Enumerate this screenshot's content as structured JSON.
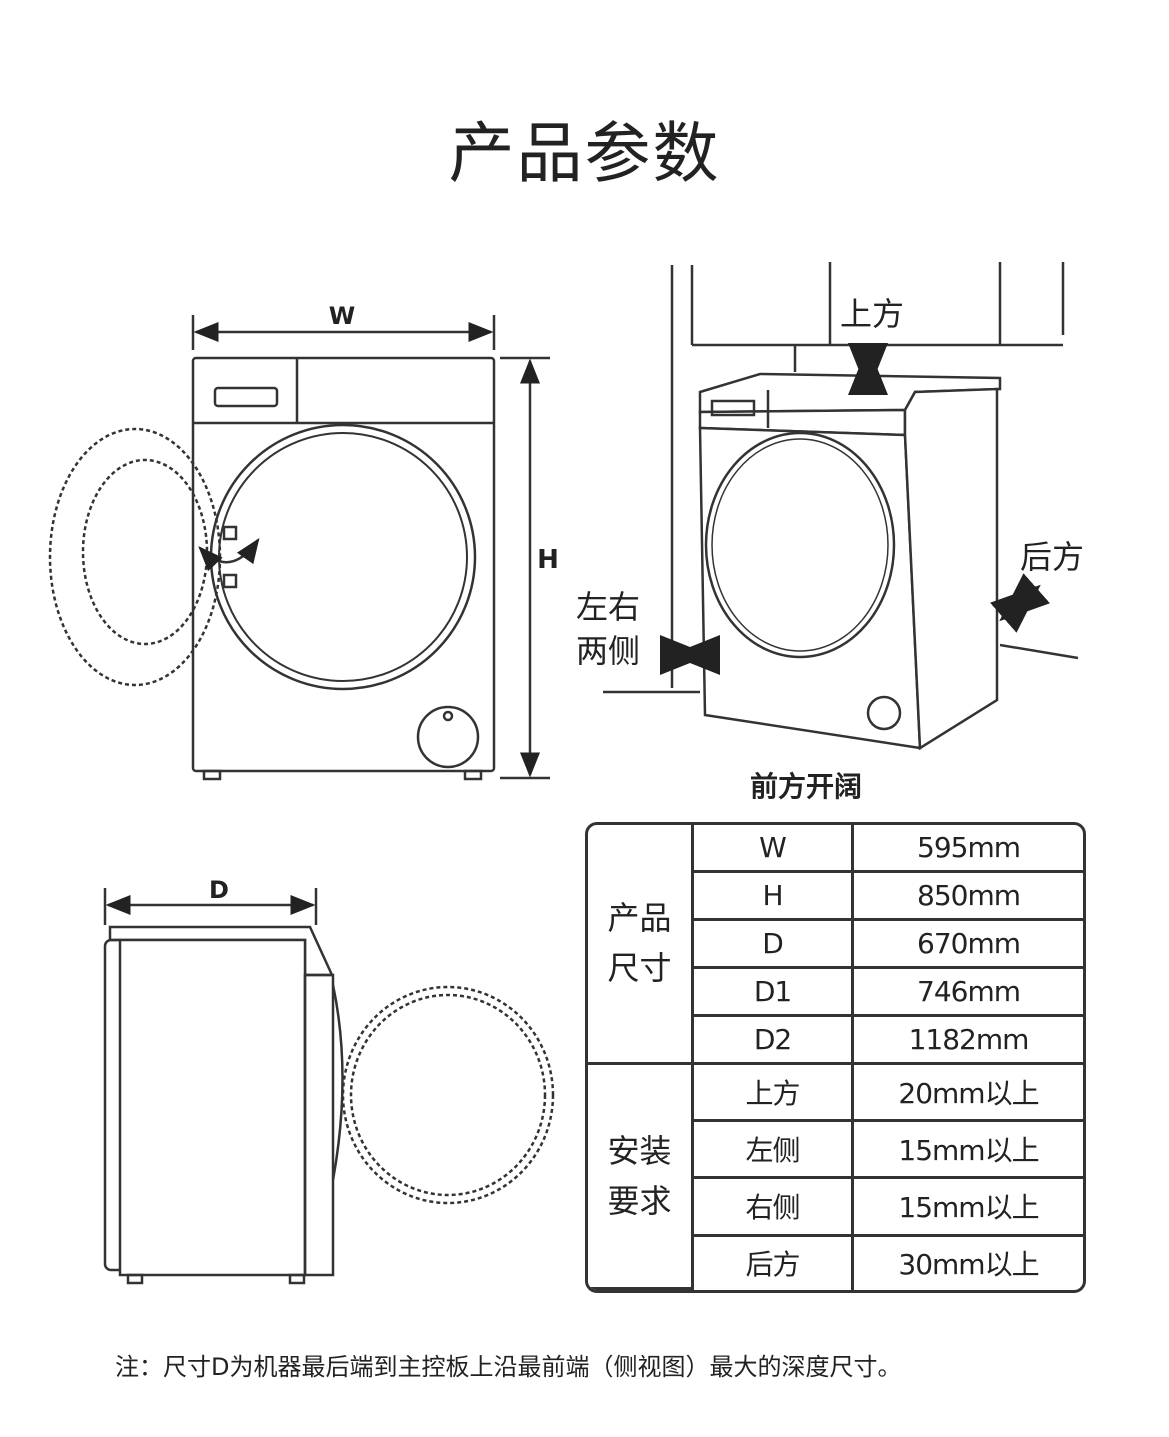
{
  "title": "产品参数",
  "front_view": {
    "width_label": "W",
    "height_label": "H"
  },
  "side_view": {
    "depth_label": "D"
  },
  "install_view": {
    "top_label": "上方",
    "rear_label": "后方",
    "sides_label_line1": "左右",
    "sides_label_line2": "两侧",
    "front_label": "前方开阔"
  },
  "table": {
    "groups": [
      {
        "label_line1": "产品",
        "label_line2": "尺寸",
        "rows": [
          {
            "key": "W",
            "value": "595mm"
          },
          {
            "key": "H",
            "value": "850mm"
          },
          {
            "key": "D",
            "value": "670mm"
          },
          {
            "key": "D1",
            "value": "746mm"
          },
          {
            "key": "D2",
            "value": "1182mm"
          }
        ]
      },
      {
        "label_line1": "安装",
        "label_line2": "要求",
        "rows": [
          {
            "key": "上方",
            "value": "20mm以上"
          },
          {
            "key": "左侧",
            "value": "15mm以上"
          },
          {
            "key": "右侧",
            "value": "15mm以上"
          },
          {
            "key": "后方",
            "value": "30mm以上"
          }
        ]
      }
    ]
  },
  "note": "注：尺寸D为机器最后端到主控板上沿最前端（侧视图）最大的深度尺寸。"
}
